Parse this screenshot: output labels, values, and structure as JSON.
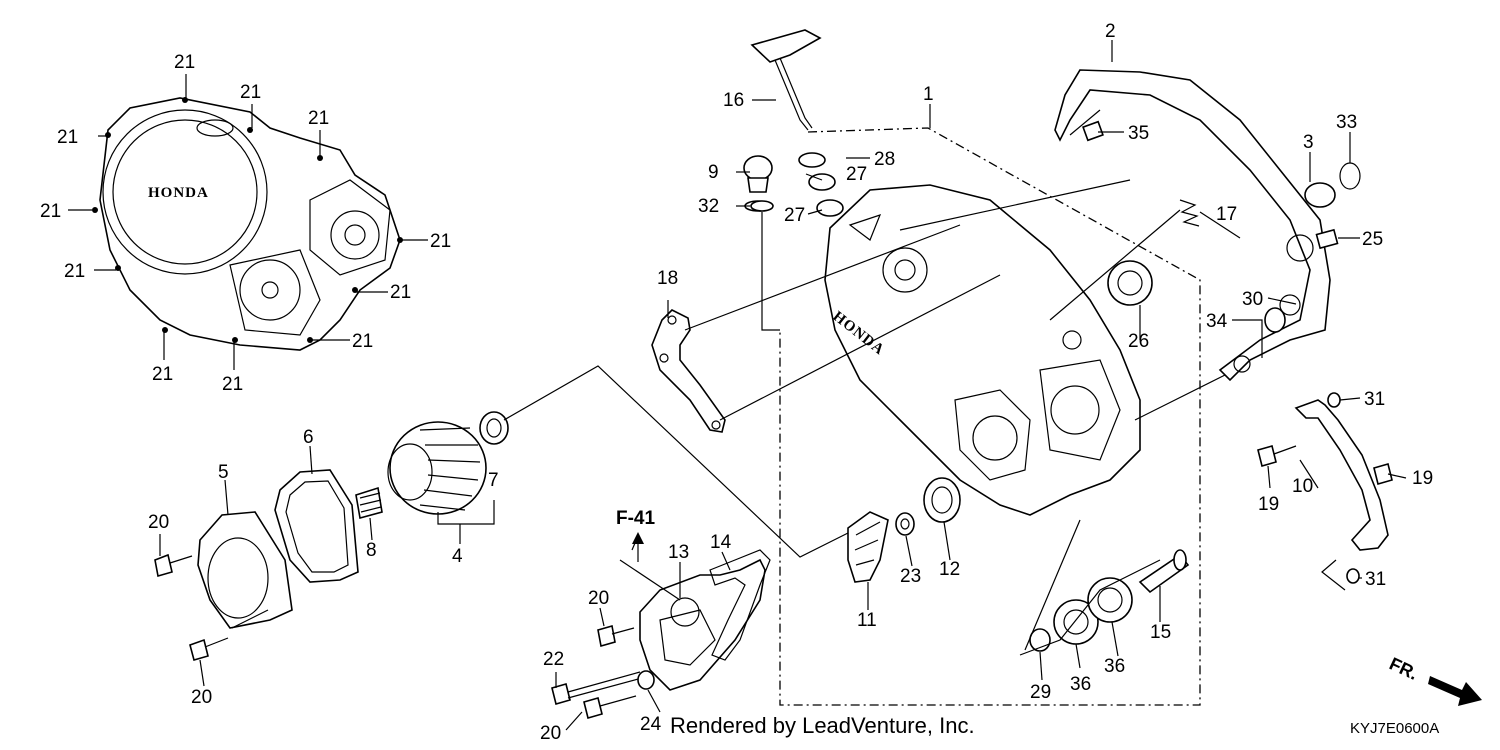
{
  "labels": {
    "p1": "1",
    "p2": "2",
    "p3": "3",
    "p4": "4",
    "p5": "5",
    "p6": "6",
    "p7": "7",
    "p8": "8",
    "p9": "9",
    "p10": "10",
    "p11": "11",
    "p12": "12",
    "p13": "13",
    "p14": "14",
    "p15": "15",
    "p16": "16",
    "p17": "17",
    "p18": "18",
    "p19": "19",
    "p20": "20",
    "p21": "21",
    "p22": "22",
    "p23": "23",
    "p24": "24",
    "p25": "25",
    "p26": "26",
    "p27": "27",
    "p28": "28",
    "p29": "29",
    "p30": "30",
    "p31": "31",
    "p32": "32",
    "p33": "33",
    "p34": "34",
    "p35": "35",
    "p36": "36"
  },
  "reference": "F-41",
  "brand": "HONDA",
  "credit": "Rendered by LeadVenture, Inc.",
  "diagram_code": "KYJ7E0600A",
  "direction": "FR."
}
